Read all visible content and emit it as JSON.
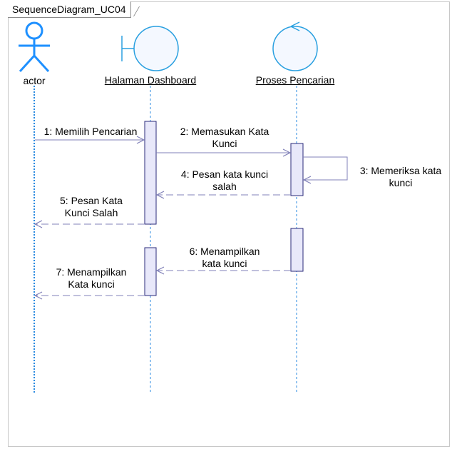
{
  "diagram": {
    "title": "SequenceDiagram_UC04",
    "lifelines": [
      {
        "id": "actor",
        "label": "actor",
        "kind": "actor"
      },
      {
        "id": "dashboard",
        "label": "Halaman Dashboard",
        "kind": "boundary"
      },
      {
        "id": "proses",
        "label": "Proses Pencarian",
        "kind": "control"
      }
    ],
    "messages": [
      {
        "num": "1",
        "text": "1: Memilih Pencarian",
        "lines": [
          "1: Memilih Pencarian"
        ],
        "from": "actor",
        "to": "dashboard",
        "type": "sync"
      },
      {
        "num": "2",
        "text": "2: Memasukan Kata Kunci",
        "lines": [
          "2: Memasukan Kata",
          "Kunci"
        ],
        "from": "dashboard",
        "to": "proses",
        "type": "sync"
      },
      {
        "num": "3",
        "text": "3: Memeriksa kata kunci",
        "lines": [
          "3: Memeriksa kata",
          "kunci"
        ],
        "from": "proses",
        "to": "proses",
        "type": "self"
      },
      {
        "num": "4",
        "text": "4: Pesan kata kunci salah",
        "lines": [
          "4: Pesan kata kunci",
          "salah"
        ],
        "from": "proses",
        "to": "dashboard",
        "type": "return"
      },
      {
        "num": "5",
        "text": "5: Pesan Kata Kunci Salah",
        "lines": [
          "5: Pesan Kata",
          "Kunci Salah"
        ],
        "from": "dashboard",
        "to": "actor",
        "type": "return"
      },
      {
        "num": "6",
        "text": "6: Menampilkan kata kunci",
        "lines": [
          "6: Menampilkan",
          "kata kunci"
        ],
        "from": "proses",
        "to": "dashboard",
        "type": "return"
      },
      {
        "num": "7",
        "text": "7: Menampilkan Kata kunci",
        "lines": [
          "7: Menampilkan",
          "Kata kunci"
        ],
        "from": "dashboard",
        "to": "actor",
        "type": "return"
      }
    ],
    "colors": {
      "actor": "#1e90ff",
      "object_stroke": "#2aa0e0",
      "object_fill": "#f4f8ff",
      "activation_fill": "#e8e8fa",
      "activation_stroke": "#2a2a7a",
      "message": "#8080b8"
    }
  }
}
